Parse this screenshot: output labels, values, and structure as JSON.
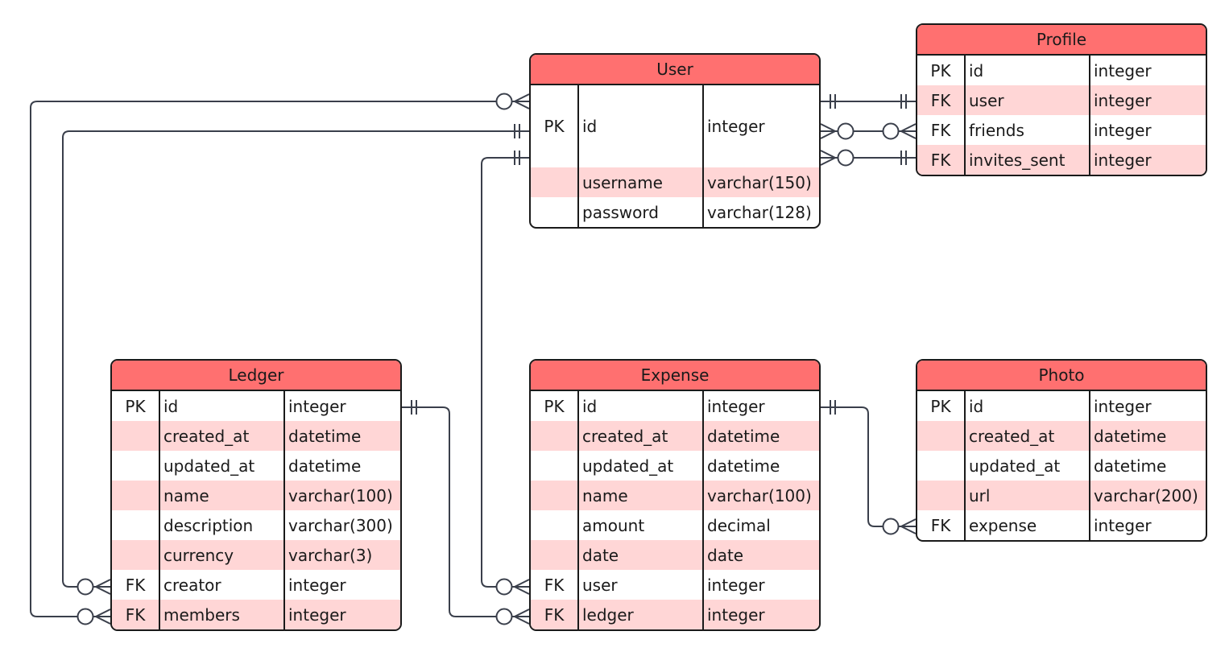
{
  "colors": {
    "header": "#ff7070",
    "row_alt": "#ffd6d6",
    "border": "#1a1a1a",
    "line": "#3a3f4b"
  },
  "entities": {
    "user": {
      "title": "User",
      "rows": [
        {
          "key": "PK",
          "name": "id",
          "type": "integer"
        },
        {
          "key": "",
          "name": "username",
          "type": "varchar(150)"
        },
        {
          "key": "",
          "name": "password",
          "type": "varchar(128)"
        }
      ]
    },
    "profile": {
      "title": "Profile",
      "rows": [
        {
          "key": "PK",
          "name": "id",
          "type": "integer"
        },
        {
          "key": "FK",
          "name": "user",
          "type": "integer"
        },
        {
          "key": "FK",
          "name": "friends",
          "type": "integer"
        },
        {
          "key": "FK",
          "name": "invites_sent",
          "type": "integer"
        }
      ]
    },
    "ledger": {
      "title": "Ledger",
      "rows": [
        {
          "key": "PK",
          "name": "id",
          "type": "integer"
        },
        {
          "key": "",
          "name": "created_at",
          "type": "datetime"
        },
        {
          "key": "",
          "name": "updated_at",
          "type": "datetime"
        },
        {
          "key": "",
          "name": "name",
          "type": "varchar(100)"
        },
        {
          "key": "",
          "name": "description",
          "type": "varchar(300)"
        },
        {
          "key": "",
          "name": "currency",
          "type": "varchar(3)"
        },
        {
          "key": "FK",
          "name": "creator",
          "type": "integer"
        },
        {
          "key": "FK",
          "name": "members",
          "type": "integer"
        }
      ]
    },
    "expense": {
      "title": "Expense",
      "rows": [
        {
          "key": "PK",
          "name": "id",
          "type": "integer"
        },
        {
          "key": "",
          "name": "created_at",
          "type": "datetime"
        },
        {
          "key": "",
          "name": "updated_at",
          "type": "datetime"
        },
        {
          "key": "",
          "name": "name",
          "type": "varchar(100)"
        },
        {
          "key": "",
          "name": "amount",
          "type": "decimal"
        },
        {
          "key": "",
          "name": "date",
          "type": "date"
        },
        {
          "key": "FK",
          "name": "user",
          "type": "integer"
        },
        {
          "key": "FK",
          "name": "ledger",
          "type": "integer"
        }
      ]
    },
    "photo": {
      "title": "Photo",
      "rows": [
        {
          "key": "PK",
          "name": "id",
          "type": "integer"
        },
        {
          "key": "",
          "name": "created_at",
          "type": "datetime"
        },
        {
          "key": "",
          "name": "updated_at",
          "type": "datetime"
        },
        {
          "key": "",
          "name": "url",
          "type": "varchar(200)"
        },
        {
          "key": "FK",
          "name": "expense",
          "type": "integer"
        }
      ]
    }
  },
  "relationships": [
    {
      "from": "User.id",
      "to": "Profile.user",
      "from_cardinality": "one",
      "to_cardinality": "one"
    },
    {
      "from": "User.id",
      "to": "Profile.friends",
      "from_cardinality": "zero-or-many",
      "to_cardinality": "zero-or-many"
    },
    {
      "from": "User.id",
      "to": "Profile.invites_sent",
      "from_cardinality": "zero-or-many",
      "to_cardinality": "one"
    },
    {
      "from": "User.id",
      "to": "Ledger.creator",
      "from_cardinality": "one",
      "to_cardinality": "zero-or-many"
    },
    {
      "from": "User.id",
      "to": "Ledger.members",
      "from_cardinality": "zero-or-many",
      "to_cardinality": "zero-or-many"
    },
    {
      "from": "User.id",
      "to": "Expense.user",
      "from_cardinality": "one",
      "to_cardinality": "zero-or-many"
    },
    {
      "from": "Ledger.id",
      "to": "Expense.ledger",
      "from_cardinality": "one",
      "to_cardinality": "zero-or-many"
    },
    {
      "from": "Expense.id",
      "to": "Photo.expense",
      "from_cardinality": "one",
      "to_cardinality": "zero-or-many"
    }
  ]
}
